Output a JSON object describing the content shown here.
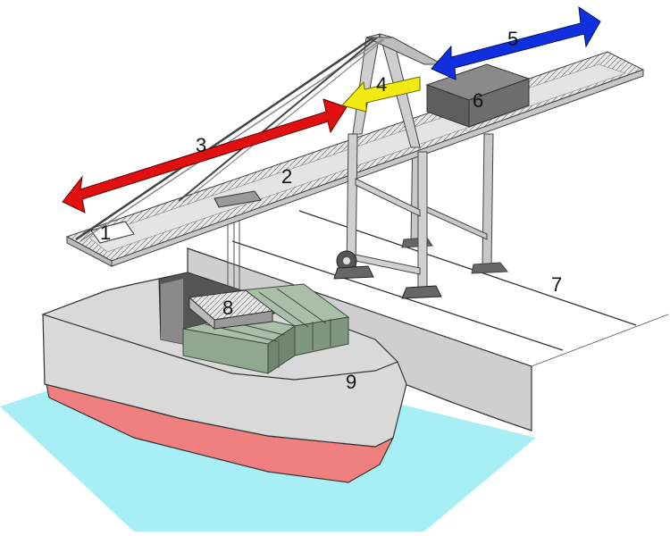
{
  "labels": {
    "l1": "1",
    "l2": "2",
    "l3": "3",
    "l4": "4",
    "l5": "5",
    "l6": "6",
    "l7": "7",
    "l8": "8",
    "l9": "9"
  },
  "colors": {
    "water": "#a8eef5",
    "hull": "#d9d9d9",
    "hull_bottom": "#f08080",
    "quay_wall": "#cfcfcf",
    "crane_steel": "#c8c8c8",
    "trolley": "#6a6a6a",
    "containers": "#8fa88f",
    "arrow_red": "#e01010",
    "arrow_yellow": "#f2ea10",
    "arrow_blue": "#1030e0"
  },
  "icons": {
    "arrow_3": "double-arrow-red-icon",
    "arrow_4": "arrow-left-yellow-icon",
    "arrow_5": "double-arrow-blue-icon",
    "wheel": "wheel-icon"
  }
}
